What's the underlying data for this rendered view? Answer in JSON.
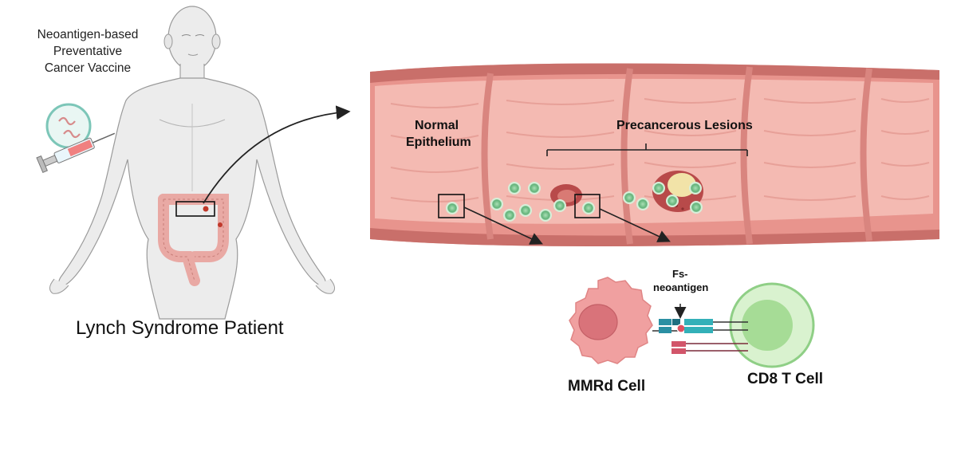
{
  "vaccine": {
    "line1": "Neoantigen-based",
    "line2": "Preventative",
    "line3": "Cancer Vaccine"
  },
  "patient": {
    "caption": "Lynch Syndrome Patient"
  },
  "colon": {
    "normal_line1": "Normal",
    "normal_line2": "Epithelium",
    "lesions_label": "Precancerous Lesions"
  },
  "immune": {
    "fs_line1": "Fs-",
    "fs_line2": "neoantigen",
    "mmrd_label": "MMRd Cell",
    "tcell_label": "CD8 T Cell"
  },
  "colors": {
    "skin": "#ececec",
    "skin_outline": "#9a9a9a",
    "colon_outer": "#d98a8a",
    "colon_inner": "#f2b7b0",
    "fold": "#e8a29a",
    "immune_cell": "#7cc48f",
    "tumor": "#b84a4a",
    "tumor_core": "#f2e3a8",
    "tcell": "#bde8b0",
    "receptor_teal": "#2a8fa3",
    "mhc_red": "#d2556a"
  }
}
